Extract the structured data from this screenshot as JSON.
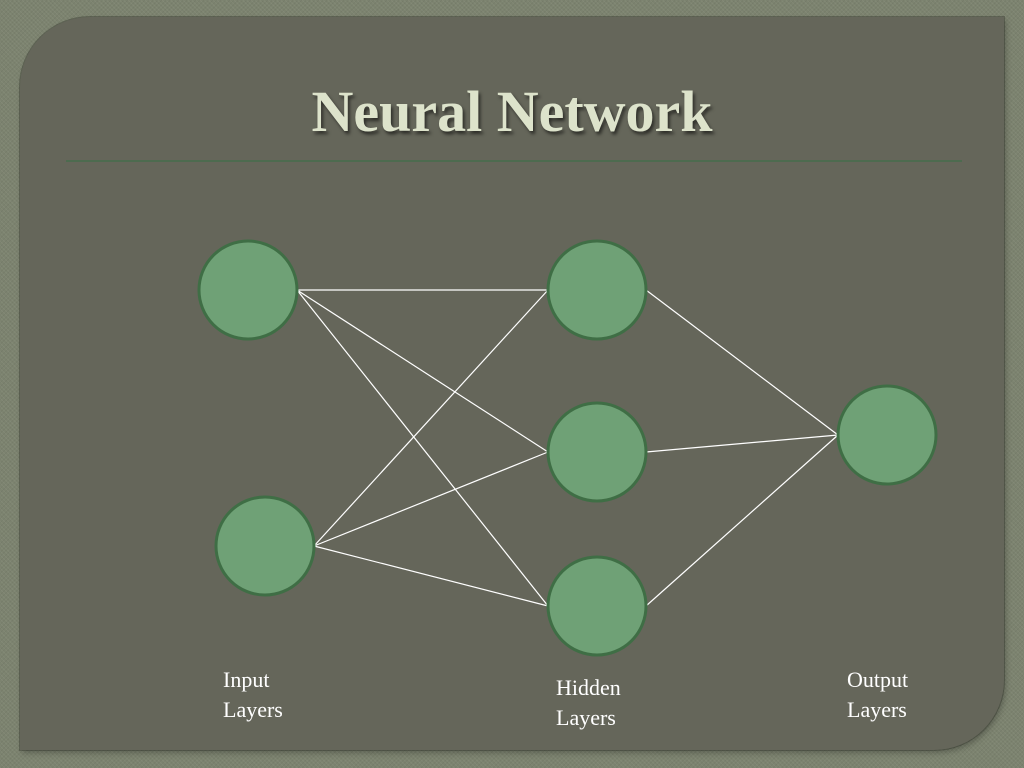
{
  "slide": {
    "title": "Neural Network"
  },
  "diagram": {
    "colors": {
      "node_fill": "#6fa176",
      "node_stroke": "#3f6e45",
      "edge": "#ffffff",
      "background": "#65665a"
    },
    "layers": [
      {
        "id": "input",
        "label": "Input\nLayers",
        "node_count": 2
      },
      {
        "id": "hidden",
        "label": "Hidden\nLayers",
        "node_count": 3
      },
      {
        "id": "output",
        "label": "Output\nLayers",
        "node_count": 1
      }
    ],
    "connections": "fully-connected"
  }
}
